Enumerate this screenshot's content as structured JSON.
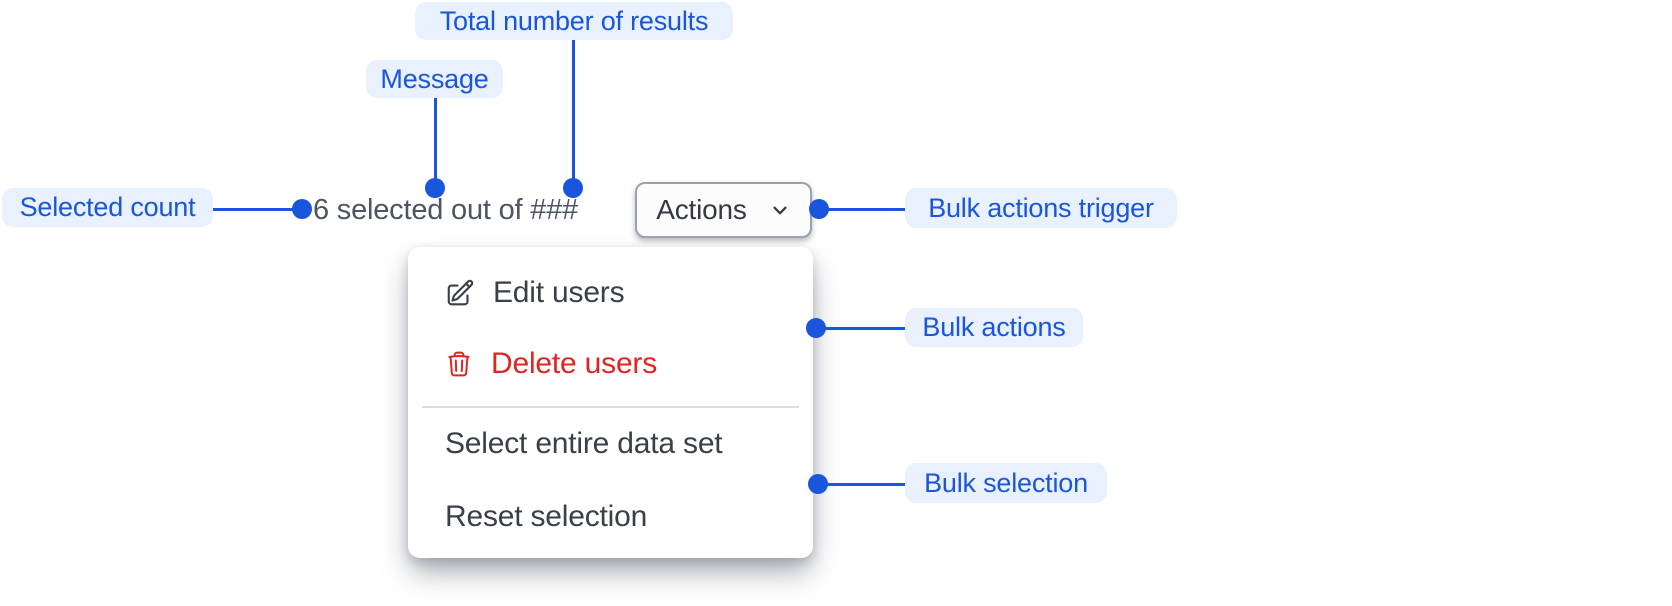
{
  "colors": {
    "accent": "#1a56db",
    "annotation_bg": "#e9f0fe",
    "danger": "#e02424",
    "menu_text": "#394049",
    "message_text": "#4b5563",
    "button_border": "#9ba2ad",
    "divider": "#d9dce1"
  },
  "annotations": {
    "total_results": {
      "label": "Total number of results"
    },
    "message": {
      "label": "Message"
    },
    "selected_count": {
      "label": "Selected count"
    },
    "bulk_actions_trigger": {
      "label": "Bulk actions trigger"
    },
    "bulk_actions": {
      "label": "Bulk actions"
    },
    "bulk_selection": {
      "label": "Bulk selection"
    }
  },
  "selection_bar": {
    "message": "6 selected out of ###",
    "actions_button": {
      "label": "Actions",
      "icon": "chevron-down"
    }
  },
  "menu": {
    "items": [
      {
        "label": "Edit users",
        "icon": "pencil-square",
        "variant": "default"
      },
      {
        "label": "Delete users",
        "icon": "trash",
        "variant": "danger"
      },
      {
        "label": "Select entire data set",
        "variant": "default"
      },
      {
        "label": "Reset selection",
        "variant": "default"
      }
    ]
  }
}
